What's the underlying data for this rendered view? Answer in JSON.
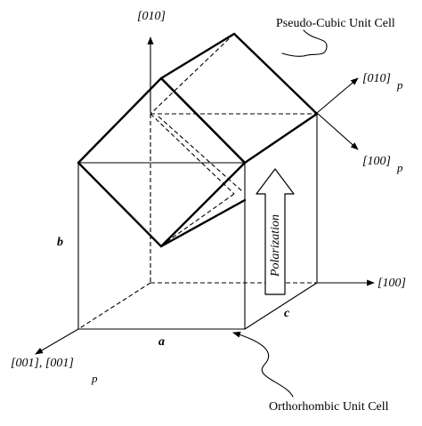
{
  "labels": {
    "axis_010": "[010]",
    "axis_010p": "[010]",
    "axis_010p_sub": "p",
    "axis_100p": "[100]",
    "axis_100p_sub": "p",
    "axis_100": "[100]",
    "axis_001": "[001], [001]",
    "axis_001_sub": "p",
    "pseudo_cubic": "Pseudo-Cubic Unit Cell",
    "orthorhombic": "Orthorhombic Unit Cell",
    "polarization": "Polarization",
    "edge_a": "a",
    "edge_b": "b",
    "edge_c": "c"
  }
}
